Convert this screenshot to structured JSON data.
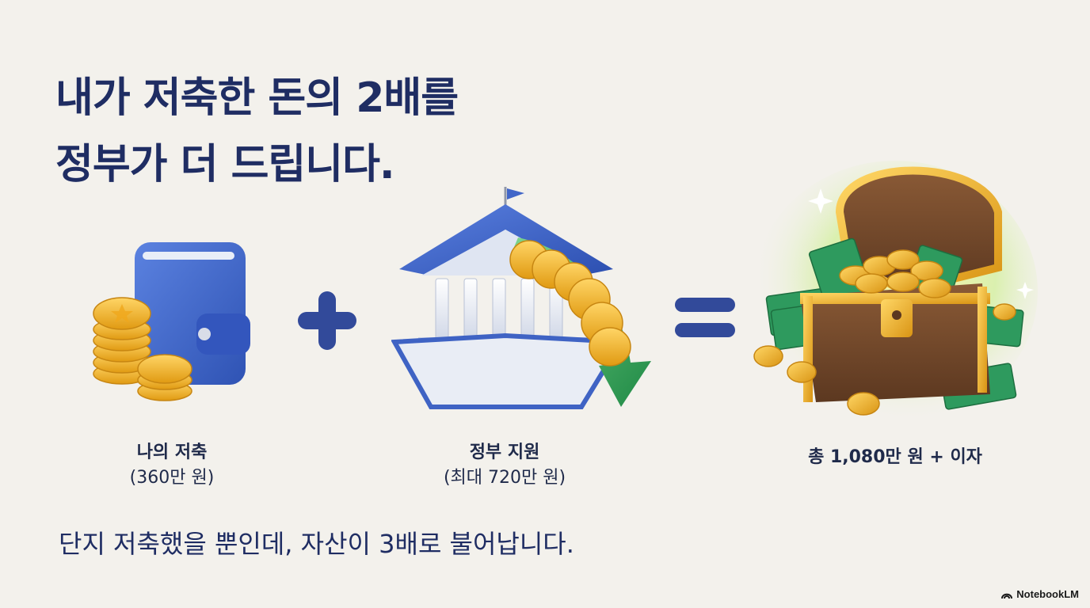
{
  "headline": {
    "line1": "내가 저축한 돈의 2배를",
    "line2": "정부가 더 드립니다."
  },
  "savings": {
    "title": "나의 저축",
    "amount": "(360만 원)",
    "icon": "wallet-with-coins"
  },
  "operator_plus": "plus-sign",
  "support": {
    "title": "정부 지원",
    "amount": "(최대 720만 원)",
    "icon": "bank-with-coins-arrow"
  },
  "operator_equals": "equals-sign",
  "result": {
    "title": "총 1,080만 원 + 이자",
    "icon": "treasure-chest"
  },
  "footer": "단지 저축했을 뿐인데, 자산이 3배로 불어납니다.",
  "brand": "NotebookLM",
  "colors": {
    "navy": "#1f2d63",
    "blue": "#3f63c4",
    "gold": "#f2b32a",
    "green": "#2e9a5e",
    "background": "#f3f1ec"
  }
}
